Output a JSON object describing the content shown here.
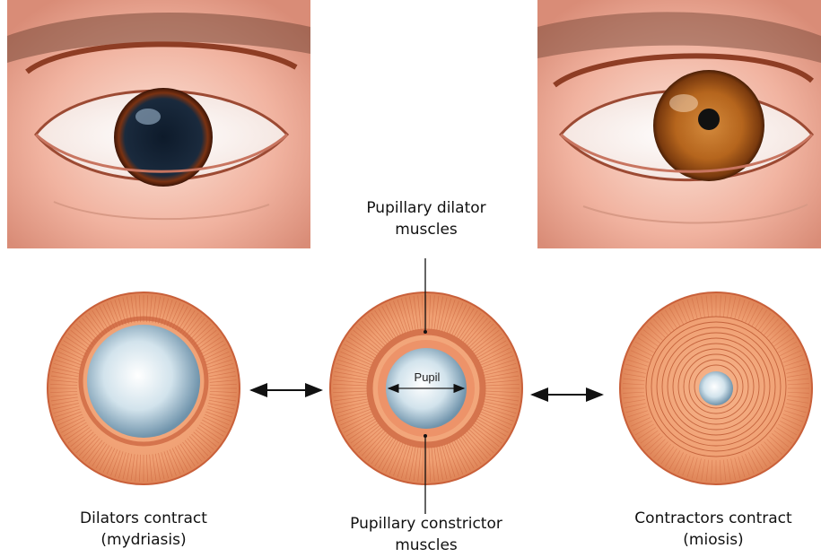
{
  "labels": {
    "dilator_muscles": [
      "Pupillary dilator",
      "muscles"
    ],
    "pupil": "Pupil",
    "constrictor_muscles": [
      "Pupillary constrictor",
      "muscles"
    ],
    "left_caption": [
      "Dilators contract",
      "(mydriasis)"
    ],
    "right_caption": [
      "Contractors contract",
      "(miosis)"
    ]
  },
  "colors": {
    "iris_disc": "#f0a073",
    "iris_fiber": "#c9603a",
    "pupil": "#d2e3ec",
    "skin": "#f1b3a0",
    "brown_iris": "#b5651d"
  },
  "photos": [
    {
      "name": "dilated-eye-photo",
      "pupil_state": "dilated"
    },
    {
      "name": "constricted-eye-photo",
      "pupil_state": "constricted"
    }
  ]
}
